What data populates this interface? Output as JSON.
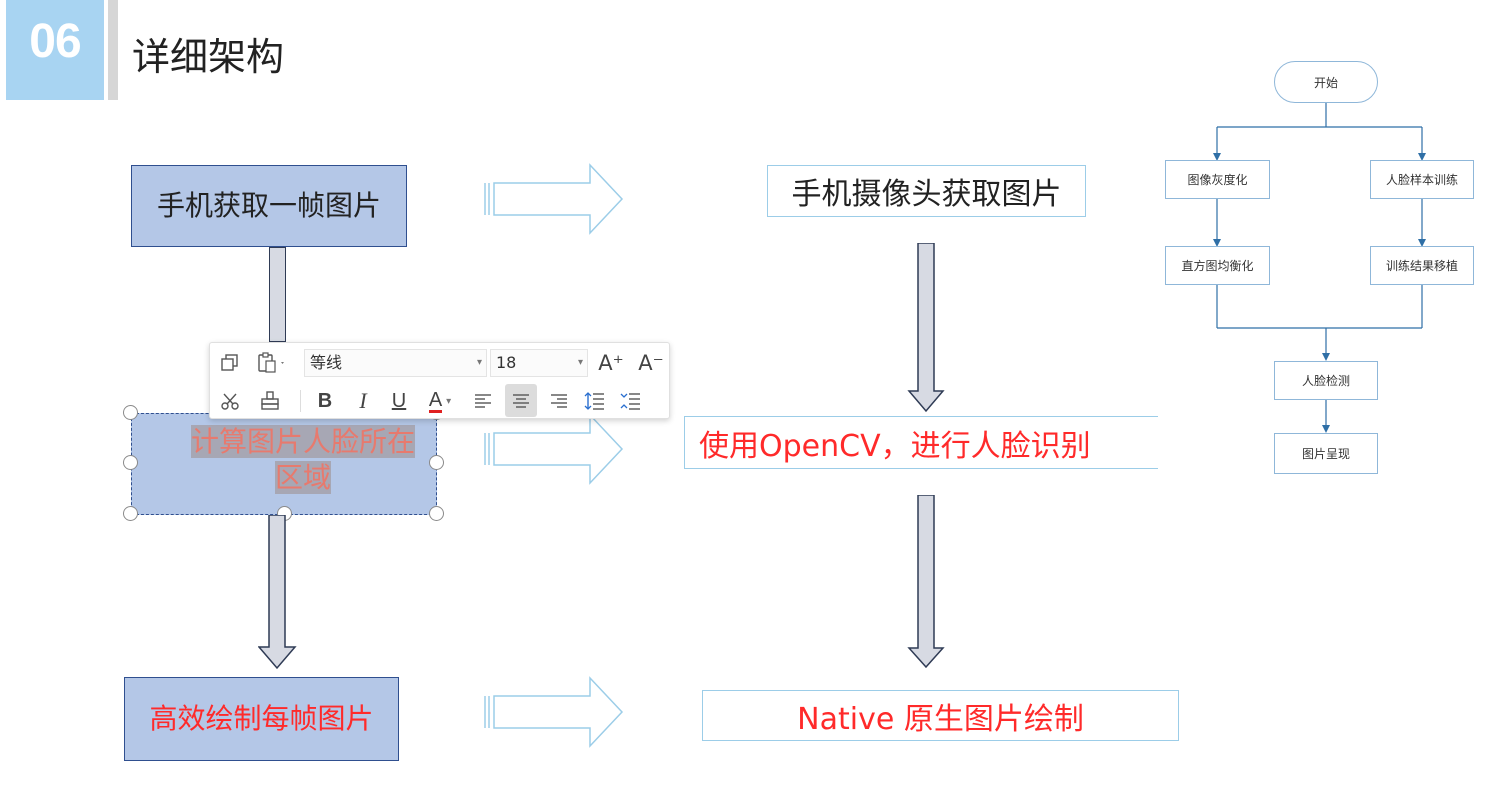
{
  "header": {
    "section_number": "06",
    "title": "详细架构"
  },
  "left_column": {
    "step1": "手机获取一帧图片",
    "step2": "计算图片人脸所在区域",
    "step3": "高效绘制每帧图片"
  },
  "middle_column": {
    "step1": "手机摄像头获取图片",
    "step2": "使用OpenCV，进行人脸识别",
    "step3": "Native 原生图片绘制"
  },
  "toolbar": {
    "font_name": "等线",
    "font_size": "18",
    "increase_font_label": "A⁺",
    "decrease_font_label": "A⁻",
    "bold_label": "B",
    "italic_label": "I",
    "underline_label": "U",
    "font_color_label": "A"
  },
  "flowchart": {
    "start": "开始",
    "gray": "图像灰度化",
    "sample_train": "人脸样本训练",
    "histogram": "直方图均衡化",
    "transplant": "训练结果移植",
    "detect": "人脸检测",
    "present": "图片呈现"
  },
  "colors": {
    "badge": "#a8d4f2",
    "box_fill": "#b4c7e7",
    "highlight_red": "#ff2a2a",
    "arrow_outline": "#9ccde8"
  }
}
